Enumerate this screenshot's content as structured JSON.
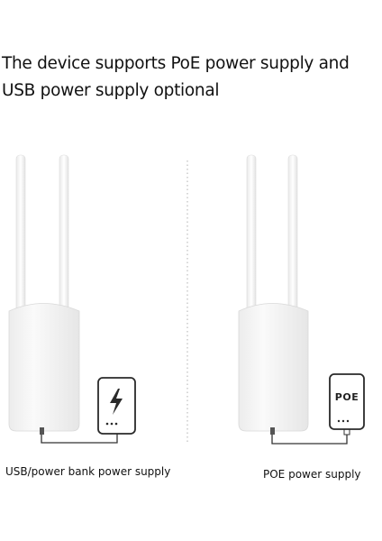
{
  "headline": {
    "line1": "The device supports PoE power supply and",
    "line2": "USB power supply optional"
  },
  "left_panel": {
    "caption": "USB/power bank power supply",
    "icon": "lightning-bolt-icon"
  },
  "right_panel": {
    "caption": "POE power supply",
    "device_label": "POE"
  },
  "colors": {
    "device_body": "#f4f4f4",
    "device_edge": "#d9d9d9",
    "outline": "#2a2a2a",
    "divider": "#b0b0b0"
  }
}
